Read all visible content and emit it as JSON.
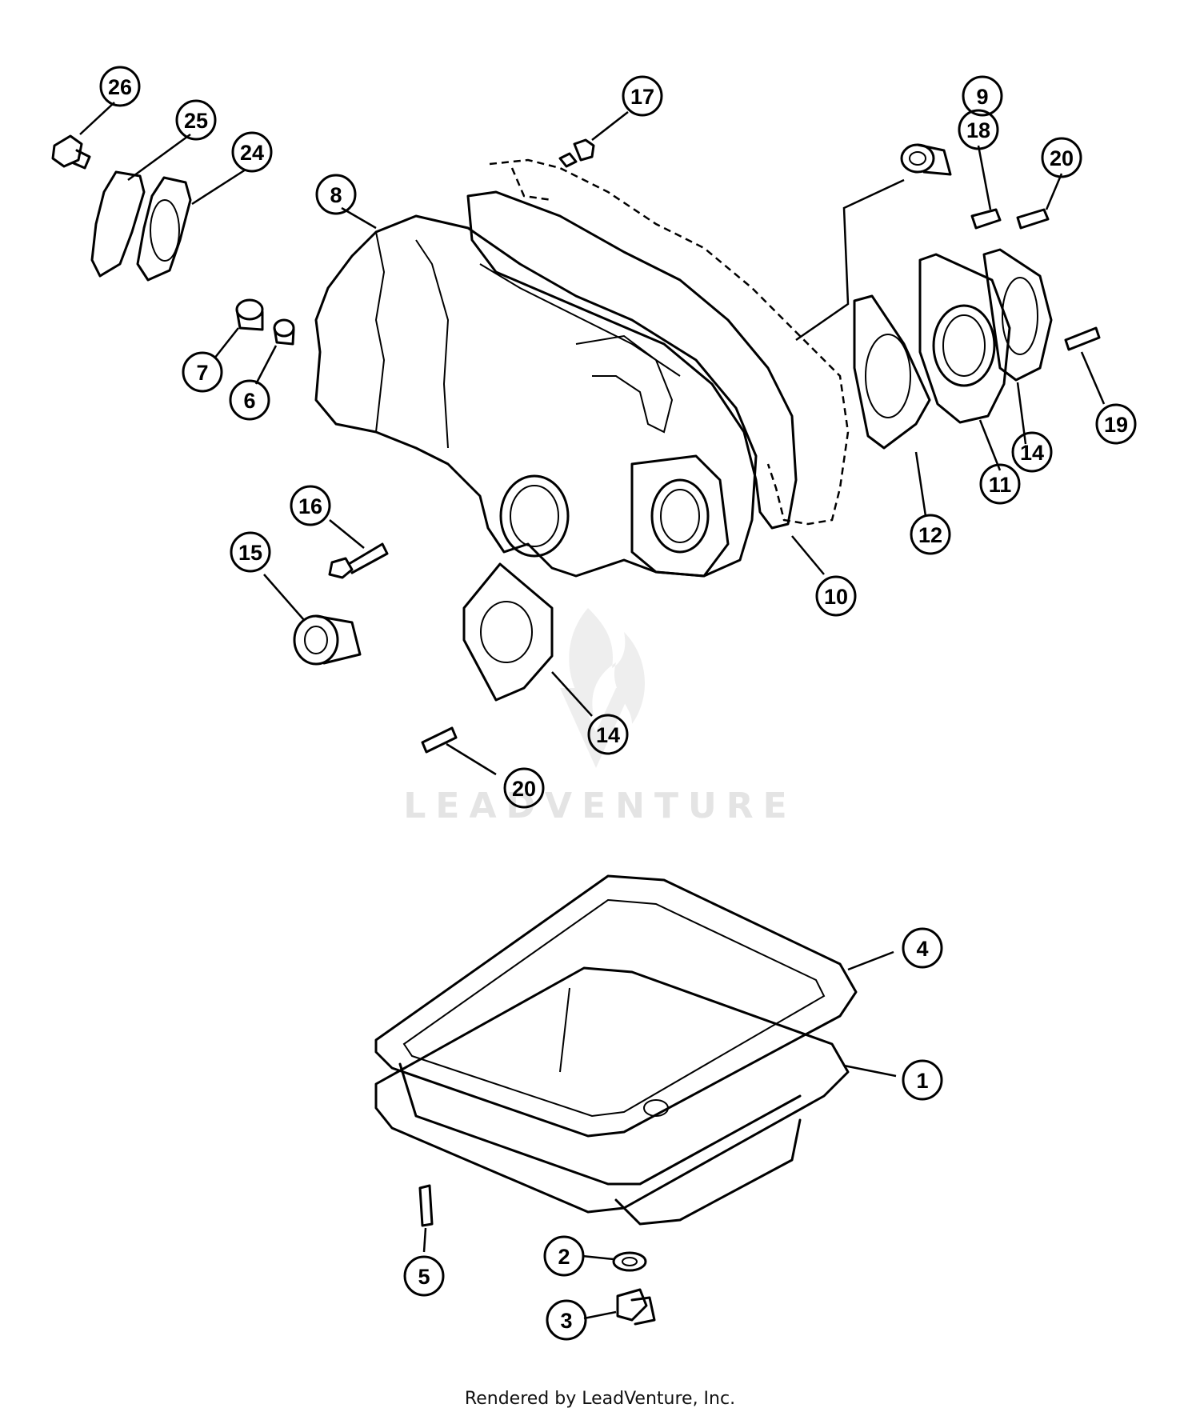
{
  "callouts": [
    {
      "label": "26"
    },
    {
      "label": "25"
    },
    {
      "label": "24"
    },
    {
      "label": "8"
    },
    {
      "label": "7"
    },
    {
      "label": "6"
    },
    {
      "label": "17"
    },
    {
      "label": "9"
    },
    {
      "label": "18"
    },
    {
      "label": "20"
    },
    {
      "label": "19"
    },
    {
      "label": "14"
    },
    {
      "label": "11"
    },
    {
      "label": "12"
    },
    {
      "label": "10"
    },
    {
      "label": "16"
    },
    {
      "label": "15"
    },
    {
      "label": "14"
    },
    {
      "label": "20"
    },
    {
      "label": "4"
    },
    {
      "label": "1"
    },
    {
      "label": "5"
    },
    {
      "label": "2"
    },
    {
      "label": "3"
    }
  ],
  "watermark": {
    "text": "LEADVENTURE"
  },
  "footer": {
    "text": "Rendered by LeadVenture, Inc."
  }
}
